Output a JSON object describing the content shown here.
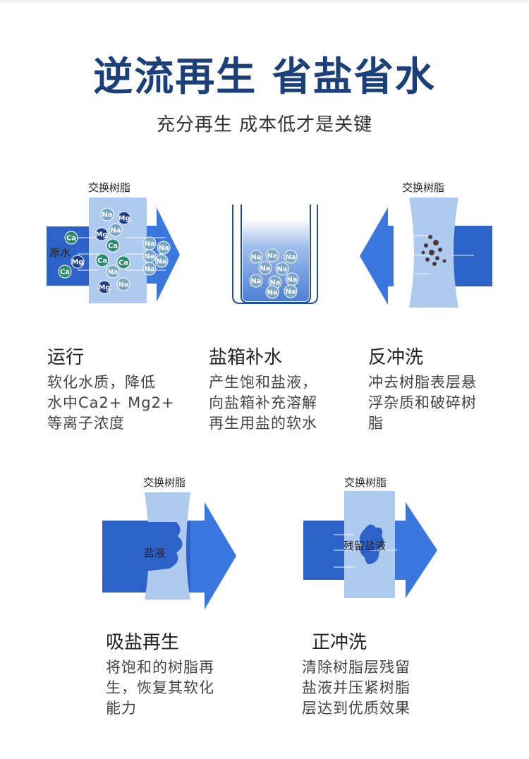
{
  "header": {
    "title": "逆流再生  省盐省水",
    "subtitle": "充分再生 成本低才是关键"
  },
  "colors": {
    "title": "#1b3f79",
    "arrow_dark": "#2d63c8",
    "arrow_light": "#4a86e8",
    "resin": "#aecbef",
    "water": "#6d97df",
    "ion_na": "#7aa6c9",
    "ion_mg": "#1f3f8a",
    "ion_ca": "#2e8a6e"
  },
  "ions": {
    "na": "Na",
    "mg": "Mg",
    "ca": "Ca"
  },
  "steps": [
    {
      "label": "交换树脂",
      "inlet": "原水",
      "title": "运行",
      "desc": "软化水质，降低\n水中Ca2+   Mg2+\n等离子浓度"
    },
    {
      "title": "盐箱补水",
      "desc": "产生饱和盐液，\n向盐箱补充溶解\n再生用盐的软水"
    },
    {
      "label": "交换树脂",
      "title": "反冲洗",
      "desc": "冲去树脂表层悬\n浮杂质和破碎树\n脂"
    },
    {
      "label": "交换树脂",
      "liquid": "盐液",
      "title": "吸盐再生",
      "desc": "将饱和的树脂再\n生，恢复其软化\n能力"
    },
    {
      "label": "交换树脂",
      "liquid": "残留盐液",
      "title": "正冲洗",
      "desc": "清除树脂层残留\n盐液并压紧树脂\n层达到优质效果"
    }
  ]
}
